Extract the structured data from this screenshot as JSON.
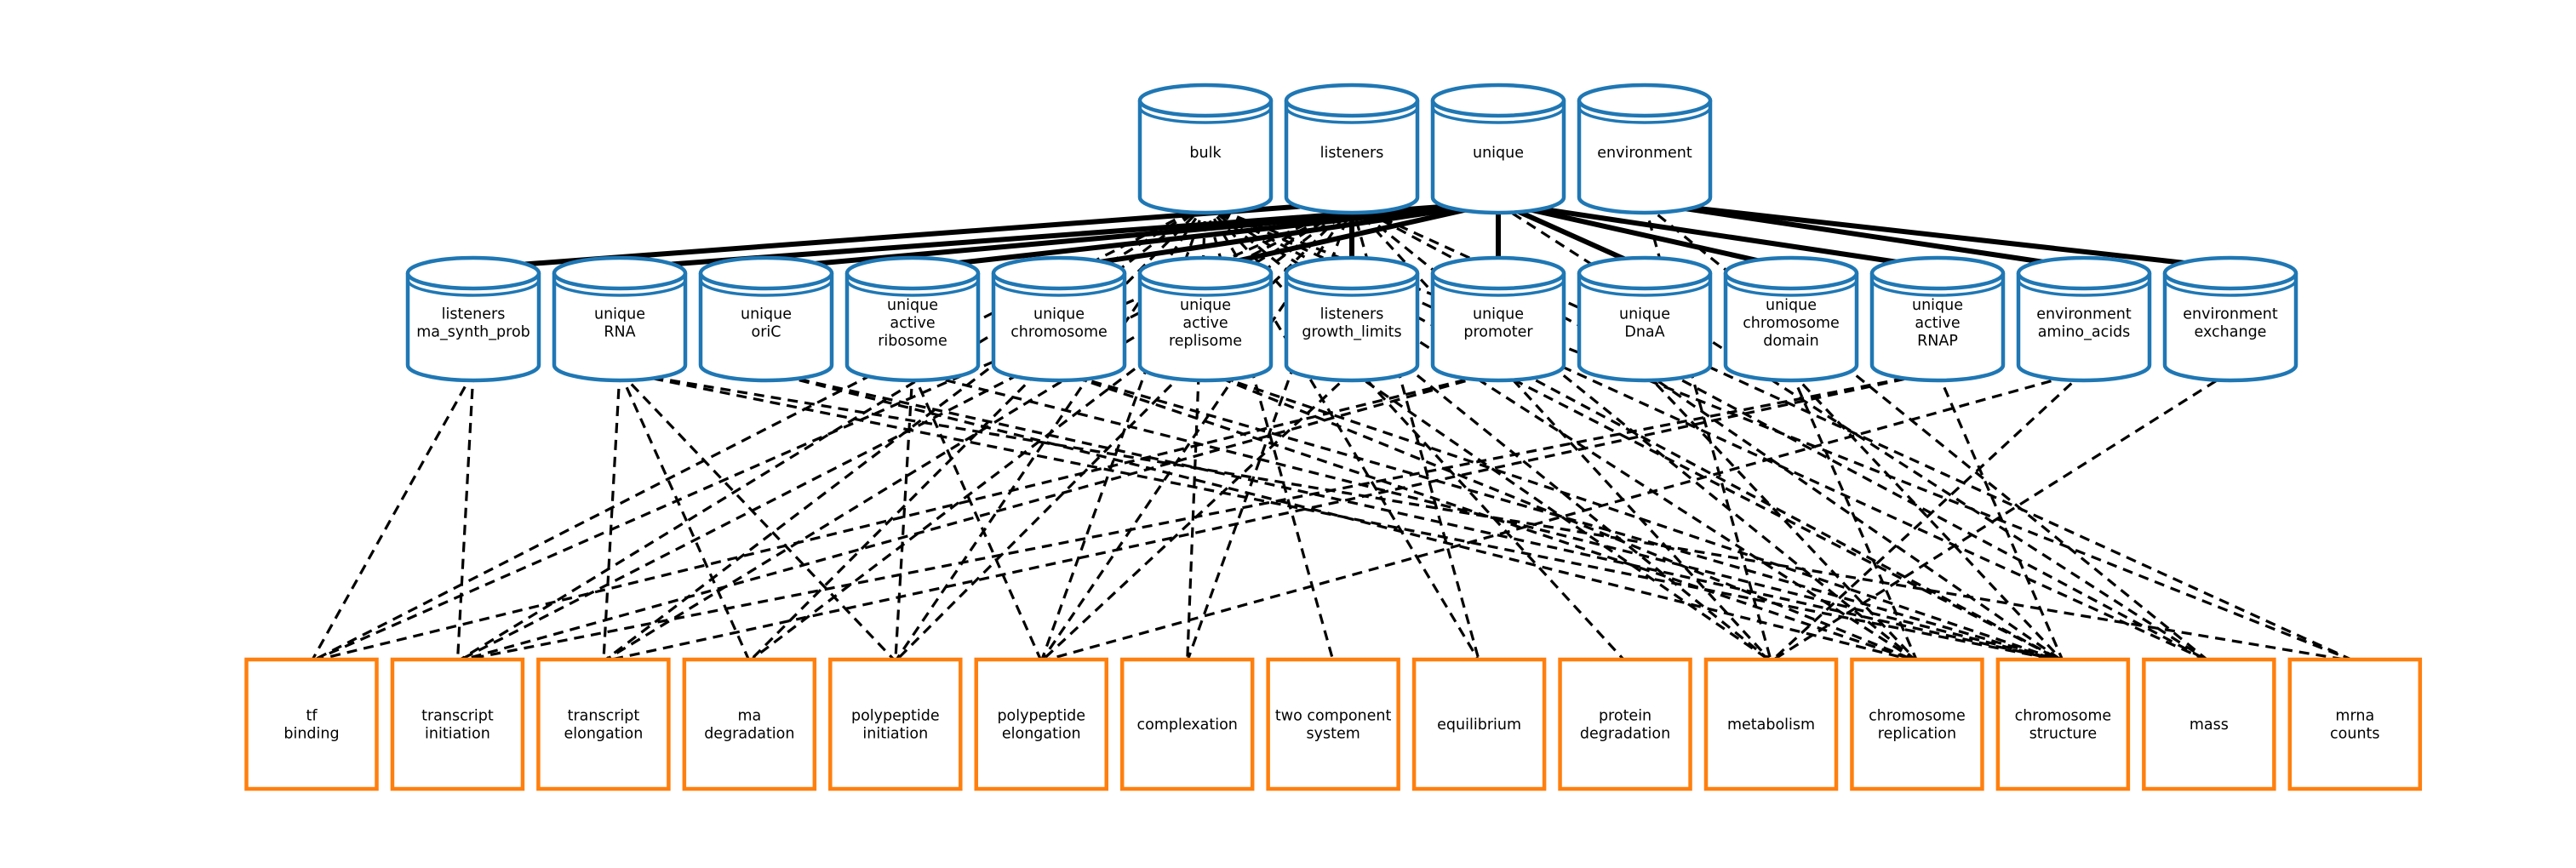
{
  "diagram": {
    "description": "store-process topology graph",
    "colors": {
      "store_stroke": "#1f77b4",
      "process_stroke": "#ff7f0e",
      "edge": "#000000",
      "background": "#ffffff",
      "text": "#000000"
    },
    "top_stores": [
      {
        "id": "bulk",
        "label": "bulk"
      },
      {
        "id": "listeners",
        "label": "listeners"
      },
      {
        "id": "unique",
        "label": "unique"
      },
      {
        "id": "environment",
        "label": "environment"
      }
    ],
    "mid_stores": [
      {
        "id": "ma_synth_prob",
        "lines": [
          "listeners",
          "ma_synth_prob"
        ]
      },
      {
        "id": "rna",
        "lines": [
          "unique",
          "RNA"
        ]
      },
      {
        "id": "oric",
        "lines": [
          "unique",
          "oriC"
        ]
      },
      {
        "id": "active_ribosome",
        "lines": [
          "unique",
          "active",
          "ribosome"
        ]
      },
      {
        "id": "chromosome",
        "lines": [
          "unique",
          "chromosome"
        ]
      },
      {
        "id": "active_replisome",
        "lines": [
          "unique",
          "active",
          "replisome"
        ]
      },
      {
        "id": "growth_limits",
        "lines": [
          "listeners",
          "growth_limits"
        ]
      },
      {
        "id": "promoter",
        "lines": [
          "unique",
          "promoter"
        ]
      },
      {
        "id": "dnaa",
        "lines": [
          "unique",
          "DnaA"
        ]
      },
      {
        "id": "chromosome_domain",
        "lines": [
          "unique",
          "chromosome",
          "domain"
        ]
      },
      {
        "id": "active_rnap",
        "lines": [
          "unique",
          "active",
          "RNAP"
        ]
      },
      {
        "id": "amino_acids",
        "lines": [
          "environment",
          "amino_acids"
        ]
      },
      {
        "id": "exchange",
        "lines": [
          "environment",
          "exchange"
        ]
      }
    ],
    "processes": [
      {
        "id": "tf_binding",
        "lines": [
          "tf",
          "binding"
        ]
      },
      {
        "id": "transcript_initiation",
        "lines": [
          "transcript",
          "initiation"
        ]
      },
      {
        "id": "transcript_elongation",
        "lines": [
          "transcript",
          "elongation"
        ]
      },
      {
        "id": "ma_degradation",
        "lines": [
          "ma",
          "degradation"
        ]
      },
      {
        "id": "polypeptide_initiation",
        "lines": [
          "polypeptide",
          "initiation"
        ]
      },
      {
        "id": "polypeptide_elongation",
        "lines": [
          "polypeptide",
          "elongation"
        ]
      },
      {
        "id": "complexation",
        "lines": [
          "complexation"
        ]
      },
      {
        "id": "two_component_system",
        "lines": [
          "two component",
          "system"
        ]
      },
      {
        "id": "equilibrium",
        "lines": [
          "equilibrium"
        ]
      },
      {
        "id": "protein_degradation",
        "lines": [
          "protein",
          "degradation"
        ]
      },
      {
        "id": "metabolism",
        "lines": [
          "metabolism"
        ]
      },
      {
        "id": "chromosome_replication",
        "lines": [
          "chromosome",
          "replication"
        ]
      },
      {
        "id": "chromosome_structure",
        "lines": [
          "chromosome",
          "structure"
        ]
      },
      {
        "id": "mass",
        "lines": [
          "mass"
        ]
      },
      {
        "id": "mrna_counts",
        "lines": [
          "mrna",
          "counts"
        ]
      }
    ],
    "hierarchy_edges": [
      [
        "listeners",
        "ma_synth_prob"
      ],
      [
        "listeners",
        "growth_limits"
      ],
      [
        "unique",
        "rna"
      ],
      [
        "unique",
        "oric"
      ],
      [
        "unique",
        "active_ribosome"
      ],
      [
        "unique",
        "chromosome"
      ],
      [
        "unique",
        "active_replisome"
      ],
      [
        "unique",
        "promoter"
      ],
      [
        "unique",
        "dnaa"
      ],
      [
        "unique",
        "chromosome_domain"
      ],
      [
        "unique",
        "active_rnap"
      ],
      [
        "environment",
        "amino_acids"
      ],
      [
        "environment",
        "exchange"
      ]
    ],
    "flow_edges": [
      [
        "bulk",
        "tf_binding"
      ],
      [
        "bulk",
        "transcript_initiation"
      ],
      [
        "bulk",
        "transcript_elongation"
      ],
      [
        "bulk",
        "ma_degradation"
      ],
      [
        "bulk",
        "polypeptide_initiation"
      ],
      [
        "bulk",
        "polypeptide_elongation"
      ],
      [
        "bulk",
        "complexation"
      ],
      [
        "bulk",
        "two_component_system"
      ],
      [
        "bulk",
        "equilibrium"
      ],
      [
        "bulk",
        "protein_degradation"
      ],
      [
        "bulk",
        "metabolism"
      ],
      [
        "bulk",
        "chromosome_replication"
      ],
      [
        "bulk",
        "chromosome_structure"
      ],
      [
        "bulk",
        "mass"
      ],
      [
        "bulk",
        "mrna_counts"
      ],
      [
        "listeners",
        "tf_binding"
      ],
      [
        "listeners",
        "transcript_initiation"
      ],
      [
        "listeners",
        "transcript_elongation"
      ],
      [
        "listeners",
        "ma_degradation"
      ],
      [
        "listeners",
        "polypeptide_initiation"
      ],
      [
        "listeners",
        "polypeptide_elongation"
      ],
      [
        "listeners",
        "complexation"
      ],
      [
        "listeners",
        "equilibrium"
      ],
      [
        "listeners",
        "metabolism"
      ],
      [
        "listeners",
        "chromosome_replication"
      ],
      [
        "listeners",
        "mass"
      ],
      [
        "listeners",
        "mrna_counts"
      ],
      [
        "environment",
        "metabolism"
      ],
      [
        "environment",
        "mass"
      ],
      [
        "unique",
        "mass"
      ],
      [
        "ma_synth_prob",
        "tf_binding"
      ],
      [
        "ma_synth_prob",
        "transcript_initiation"
      ],
      [
        "rna",
        "transcript_elongation"
      ],
      [
        "rna",
        "ma_degradation"
      ],
      [
        "rna",
        "polypeptide_initiation"
      ],
      [
        "rna",
        "chromosome_structure"
      ],
      [
        "rna",
        "mrna_counts"
      ],
      [
        "oric",
        "chromosome_replication"
      ],
      [
        "oric",
        "chromosome_structure"
      ],
      [
        "active_ribosome",
        "polypeptide_initiation"
      ],
      [
        "active_ribosome",
        "polypeptide_elongation"
      ],
      [
        "active_ribosome",
        "chromosome_structure"
      ],
      [
        "chromosome",
        "chromosome_replication"
      ],
      [
        "chromosome",
        "chromosome_structure"
      ],
      [
        "active_replisome",
        "chromosome_replication"
      ],
      [
        "active_replisome",
        "chromosome_structure"
      ],
      [
        "growth_limits",
        "polypeptide_elongation"
      ],
      [
        "growth_limits",
        "metabolism"
      ],
      [
        "promoter",
        "tf_binding"
      ],
      [
        "promoter",
        "transcript_initiation"
      ],
      [
        "promoter",
        "chromosome_structure"
      ],
      [
        "dnaa",
        "chromosome_replication"
      ],
      [
        "dnaa",
        "chromosome_structure"
      ],
      [
        "chromosome_domain",
        "chromosome_replication"
      ],
      [
        "chromosome_domain",
        "chromosome_structure"
      ],
      [
        "active_rnap",
        "transcript_initiation"
      ],
      [
        "active_rnap",
        "transcript_elongation"
      ],
      [
        "active_rnap",
        "chromosome_structure"
      ],
      [
        "amino_acids",
        "polypeptide_elongation"
      ],
      [
        "amino_acids",
        "metabolism"
      ],
      [
        "exchange",
        "metabolism"
      ]
    ]
  }
}
